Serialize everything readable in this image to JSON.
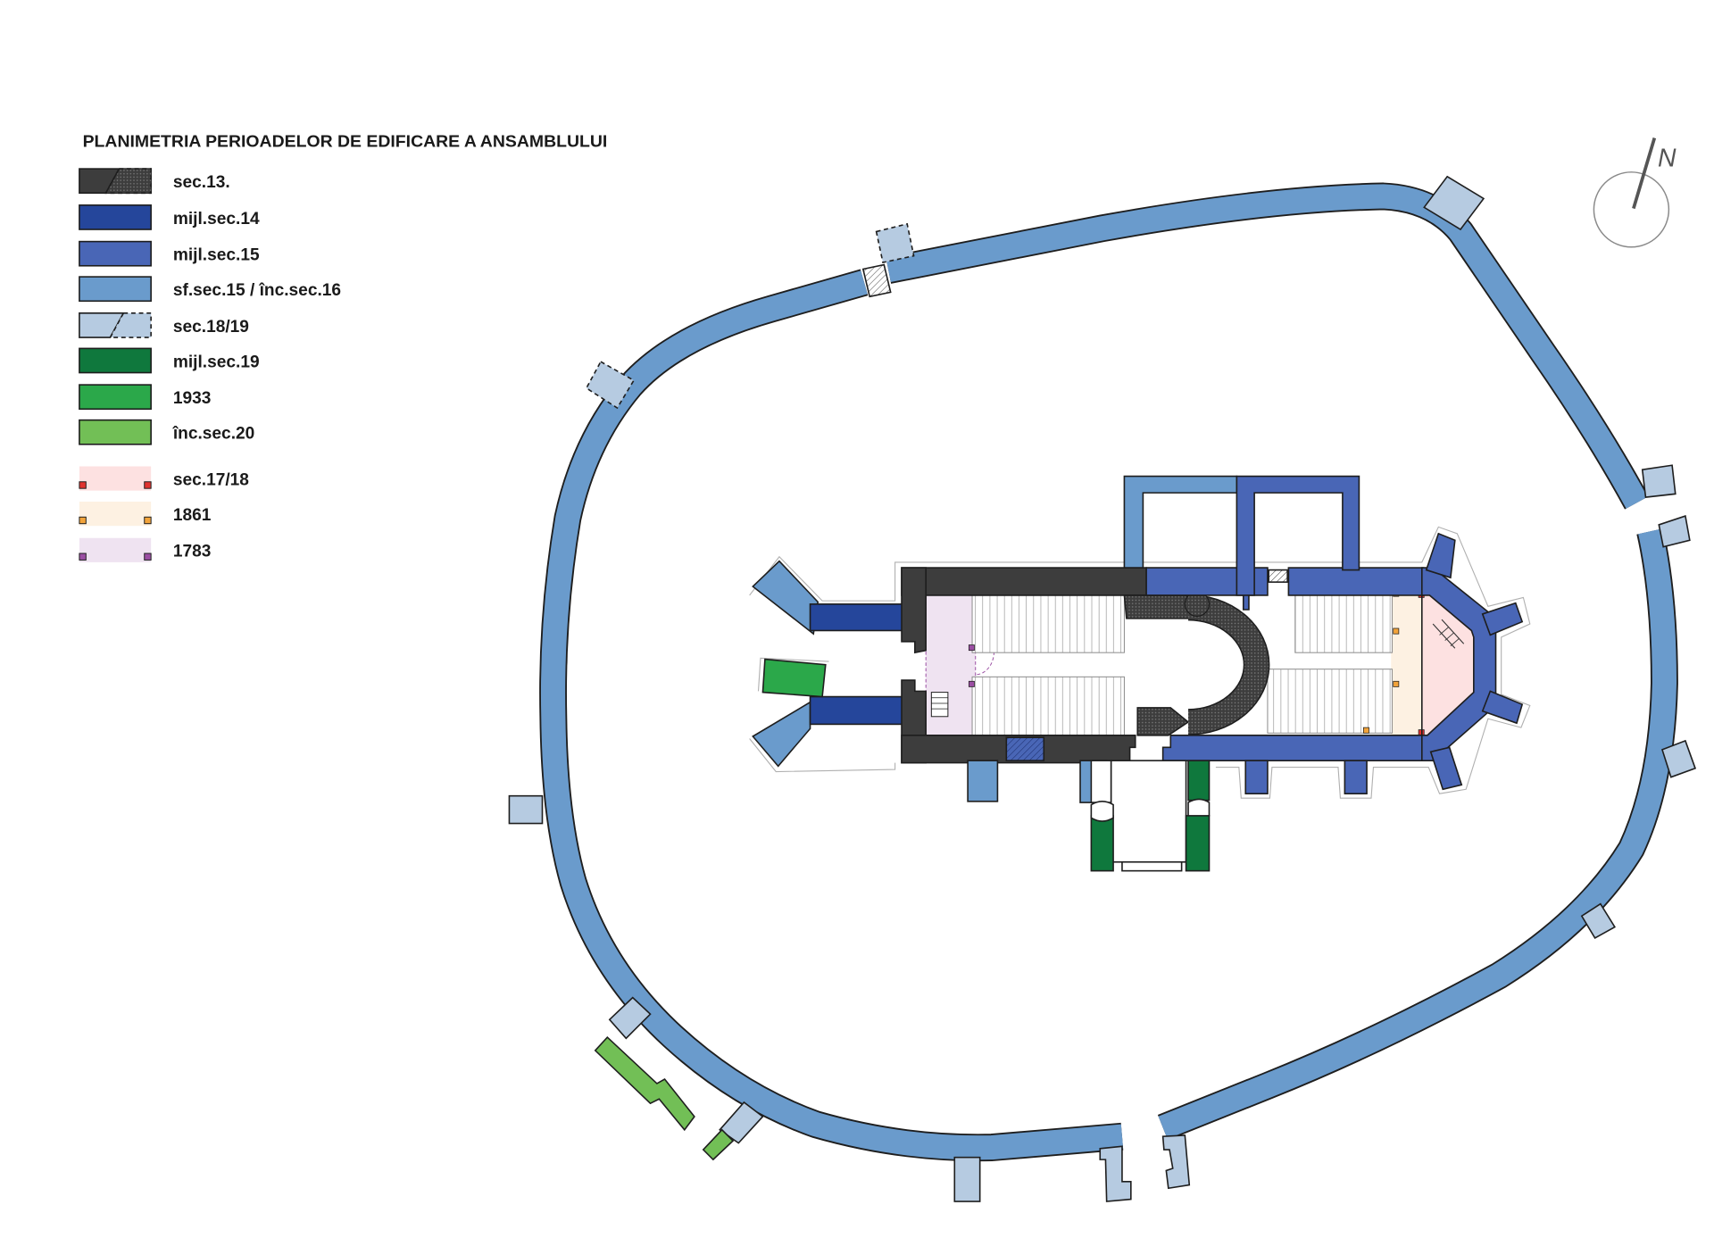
{
  "title": "PLANIMETRIA PERIOADELOR DE EDIFICARE A ANSAMBLULUI",
  "legend": [
    {
      "label": "sec.13.",
      "color": "#3d3d3d"
    },
    {
      "label": "mijl.sec.14",
      "color": "#25469b"
    },
    {
      "label": "mijl.sec.15",
      "color": "#4966b6"
    },
    {
      "label": "sf.sec.15 / înc.sec.16",
      "color": "#6a9bcc"
    },
    {
      "label": "sec.18/19",
      "color": "#b6cbe1"
    },
    {
      "label": "mijl.sec.19",
      "color": "#0f783d"
    },
    {
      "label": "1933",
      "color": "#2ba84a"
    },
    {
      "label": "înc.sec.20",
      "color": "#72bf56"
    },
    {
      "label": "sec.17/18",
      "color": "#fde1e1",
      "marker_color": "#e0332f"
    },
    {
      "label": "1861",
      "color": "#fdf1e2",
      "marker_color": "#f2a33a"
    },
    {
      "label": "1783",
      "color": "#efe3f1",
      "marker_color": "#9b4ea3"
    }
  ],
  "north_arrow": {
    "label": "N"
  }
}
